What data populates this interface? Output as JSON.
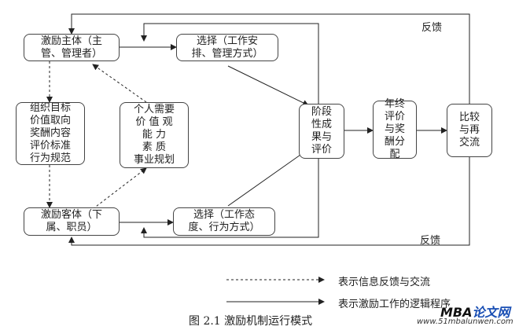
{
  "nodes": {
    "subject": "激励主体（主\n管、管理者）",
    "choice_top": "选择（工作安\n排、管理方式）",
    "org_goals": "组织目标\n价值取向\n奖酬内容\n评价标准\n行为规范",
    "personal_needs": "个人需要\n价 值 观\n能    力\n素    质\n事业规划",
    "object": "激励客体（下\n属、职员）",
    "choice_bottom": "选择（工作态\n度、行为方式）",
    "stage_results": "阶段\n性成\n果与\n评价",
    "annual_review": "年终\n评价\n与奖\n酬分\n配",
    "compare": "比较\n与再\n交流"
  },
  "feedback_top": "反馈",
  "feedback_bottom": "反馈",
  "legend": {
    "dashed": "表示信息反馈与交流",
    "solid": "表示激励工作的逻辑程序"
  },
  "caption": "图 2.1 激励机制运行模式",
  "watermark": {
    "brand_latin": "MBA",
    "brand_cn": "论文网",
    "url": "www.51mbalunwen.com"
  }
}
